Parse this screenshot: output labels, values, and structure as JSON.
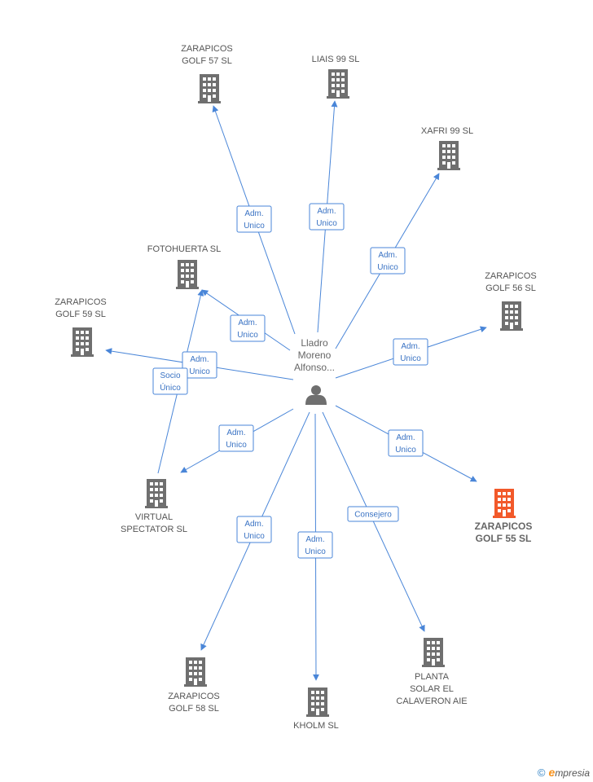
{
  "center": {
    "name_lines": [
      "Lladro",
      "Moreno",
      "Alfonso..."
    ],
    "icon": "person-icon"
  },
  "companies": [
    {
      "id": "zarapicos-golf-57",
      "lines": [
        "ZARAPICOS",
        "GOLF 57 SL"
      ],
      "highlight": false
    },
    {
      "id": "liais-99",
      "lines": [
        "LIAIS 99 SL"
      ],
      "highlight": false
    },
    {
      "id": "xafri-99",
      "lines": [
        "XAFRI 99 SL"
      ],
      "highlight": false
    },
    {
      "id": "fotohuerta",
      "lines": [
        "FOTOHUERTA SL"
      ],
      "highlight": false
    },
    {
      "id": "zarapicos-golf-56",
      "lines": [
        "ZARAPICOS",
        "GOLF 56 SL"
      ],
      "highlight": false
    },
    {
      "id": "zarapicos-golf-59",
      "lines": [
        "ZARAPICOS",
        "GOLF 59 SL"
      ],
      "highlight": false
    },
    {
      "id": "zarapicos-golf-55",
      "lines": [
        "ZARAPICOS",
        "GOLF 55 SL"
      ],
      "highlight": true
    },
    {
      "id": "virtual-spectator",
      "lines": [
        "VIRTUAL",
        "SPECTATOR SL"
      ],
      "highlight": false
    },
    {
      "id": "zarapicos-golf-58",
      "lines": [
        "ZARAPICOS",
        "GOLF 58 SL"
      ],
      "highlight": false
    },
    {
      "id": "kholm",
      "lines": [
        "KHOLM  SL"
      ],
      "highlight": false
    },
    {
      "id": "planta-solar",
      "lines": [
        "PLANTA",
        "SOLAR EL",
        "CALAVERON AIE"
      ],
      "highlight": false
    }
  ],
  "relations": [
    {
      "from": "center",
      "to": "zarapicos-golf-57",
      "role": [
        "Adm.",
        "Unico"
      ]
    },
    {
      "from": "center",
      "to": "liais-99",
      "role": [
        "Adm.",
        "Unico"
      ]
    },
    {
      "from": "center",
      "to": "xafri-99",
      "role": [
        "Adm.",
        "Unico"
      ]
    },
    {
      "from": "center",
      "to": "fotohuerta",
      "role": [
        "Adm.",
        "Unico"
      ]
    },
    {
      "from": "center",
      "to": "zarapicos-golf-56",
      "role": [
        "Adm.",
        "Unico"
      ]
    },
    {
      "from": "center",
      "to": "zarapicos-golf-59",
      "role": [
        "Adm.",
        "Unico"
      ]
    },
    {
      "from": "virtual-spectator",
      "to": "fotohuerta",
      "role": [
        "Socio",
        "Único"
      ]
    },
    {
      "from": "center",
      "to": "zarapicos-golf-55",
      "role": [
        "Adm.",
        "Unico"
      ]
    },
    {
      "from": "center",
      "to": "virtual-spectator",
      "role": [
        "Adm.",
        "Unico"
      ]
    },
    {
      "from": "center",
      "to": "zarapicos-golf-58",
      "role": [
        "Adm.",
        "Unico"
      ]
    },
    {
      "from": "center",
      "to": "kholm",
      "role": [
        "Adm.",
        "Unico"
      ]
    },
    {
      "from": "center",
      "to": "planta-solar",
      "role": [
        "Consejero"
      ]
    }
  ],
  "colors": {
    "edge": "#4a86d8",
    "building": "#6f6f6f",
    "building_highlight": "#f2592a",
    "person": "#6f6f6f"
  },
  "watermark": {
    "copyright": "©",
    "brand_e": "e",
    "brand_rest": "mpresia"
  }
}
